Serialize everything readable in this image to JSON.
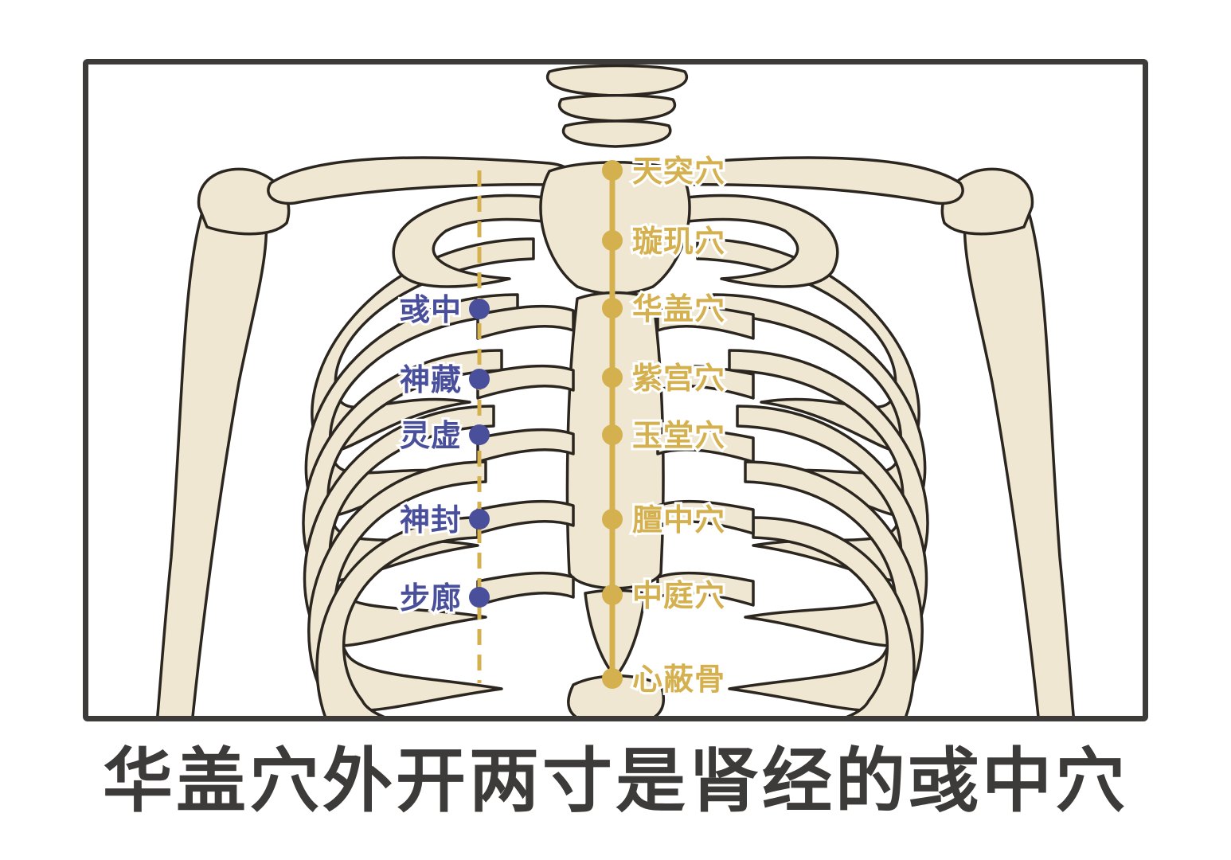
{
  "caption": "华盖穴外开两寸是肾经的彧中穴",
  "colors": {
    "ren_meridian": "#d4b04e",
    "kidney_meridian": "#4a4f9c",
    "bone_fill": "#efe7d1",
    "bone_outline": "#2b2620",
    "frame": "#3d3a3a"
  },
  "ren_meridian_points": [
    {
      "label": "天突穴"
    },
    {
      "label": "璇玑穴"
    },
    {
      "label": "华盖穴"
    },
    {
      "label": "紫宫穴"
    },
    {
      "label": "玉堂穴"
    },
    {
      "label": "膻中穴"
    },
    {
      "label": "中庭穴"
    },
    {
      "label": "心蔽骨"
    }
  ],
  "kidney_meridian_points": [
    {
      "label": "彧中"
    },
    {
      "label": "神藏"
    },
    {
      "label": "灵虚"
    },
    {
      "label": "神封"
    },
    {
      "label": "步廊"
    }
  ]
}
